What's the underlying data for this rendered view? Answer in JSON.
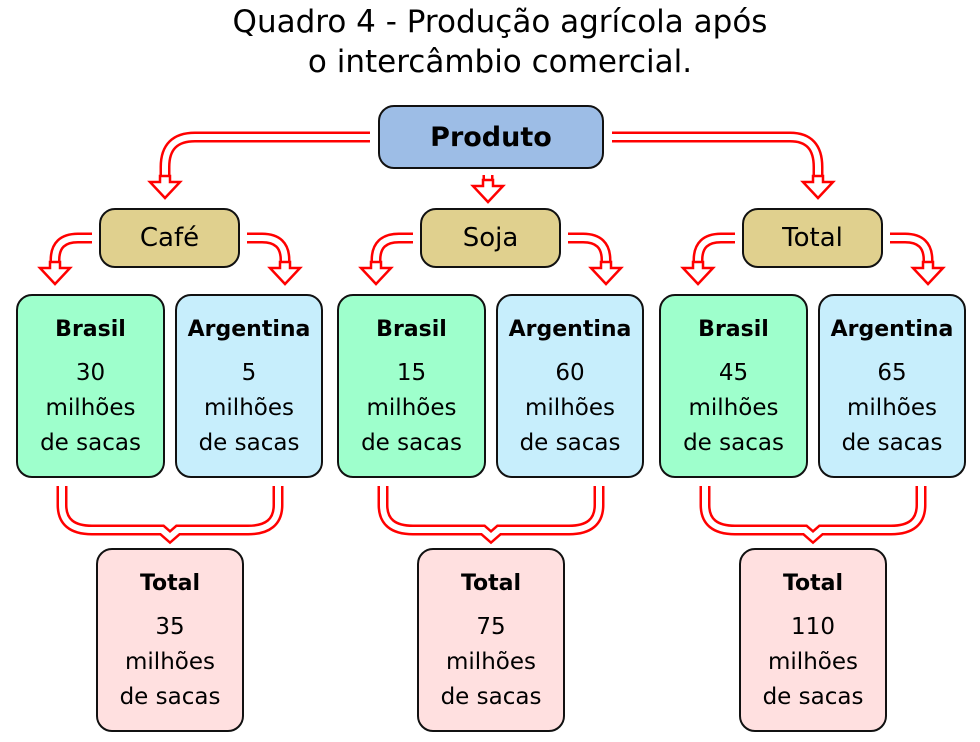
{
  "title": {
    "line1": "Quadro 4 - Produção agrícola após",
    "line2": "o intercâmbio comercial."
  },
  "root": "Produto",
  "groups": [
    {
      "label": "Café",
      "brasil": {
        "name": "Brasil",
        "value": "30",
        "unit1": "milhões",
        "unit2": "de sacas"
      },
      "argentina": {
        "name": "Argentina",
        "value": "5",
        "unit1": "milhões",
        "unit2": "de sacas"
      },
      "total": {
        "name": "Total",
        "value": "35",
        "unit1": "milhões",
        "unit2": "de sacas"
      }
    },
    {
      "label": "Soja",
      "brasil": {
        "name": "Brasil",
        "value": "15",
        "unit1": "milhões",
        "unit2": "de sacas"
      },
      "argentina": {
        "name": "Argentina",
        "value": "60",
        "unit1": "milhões",
        "unit2": "de sacas"
      },
      "total": {
        "name": "Total",
        "value": "75",
        "unit1": "milhões",
        "unit2": "de sacas"
      }
    },
    {
      "label": "Total",
      "brasil": {
        "name": "Brasil",
        "value": "45",
        "unit1": "milhões",
        "unit2": "de sacas"
      },
      "argentina": {
        "name": "Argentina",
        "value": "65",
        "unit1": "milhões",
        "unit2": "de sacas"
      },
      "total": {
        "name": "Total",
        "value": "110",
        "unit1": "milhões",
        "unit2": "de sacas"
      }
    }
  ],
  "colors": {
    "arrow": "#ff0000",
    "produto": "#9dbde6",
    "category": "#e0d08e",
    "brasil": "#9effcc",
    "argentina": "#c7eefc",
    "total": "#ffe0e0"
  }
}
